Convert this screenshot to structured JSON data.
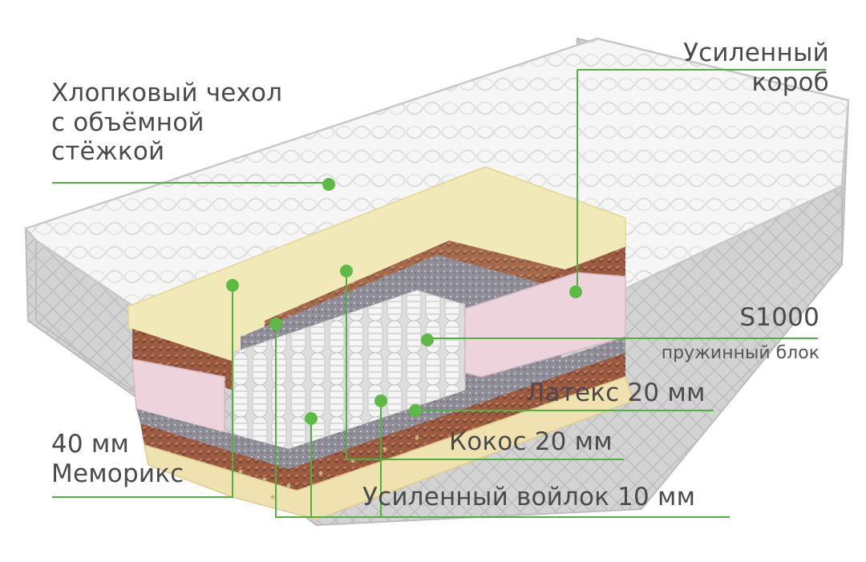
{
  "colors": {
    "leader": "#52b043",
    "marker": "#5dba47",
    "text": "#4a4a4a",
    "cover": "#f4f4f4",
    "side_fabric": "#cfcfcf",
    "memory_foam": "#f2e9b8",
    "coconut": "#9b5a3f",
    "felt": "#8b8b94",
    "latex": "#efe1b0",
    "pink_box": "#ecd3dc",
    "springs": "#eeeeee"
  },
  "labels": {
    "cover": [
      "Хлопковый чехол",
      "с объёмной",
      "стёжкой"
    ],
    "box": [
      "Усиленный",
      "короб"
    ],
    "spring_title": "S1000",
    "spring_sub": "пружинный блок",
    "latex": "Латекс 20 мм",
    "coconut": "Кокос 20 мм",
    "memory": [
      "40 мм",
      "Меморикс"
    ],
    "felt": "Усиленный войлок 10 мм"
  }
}
